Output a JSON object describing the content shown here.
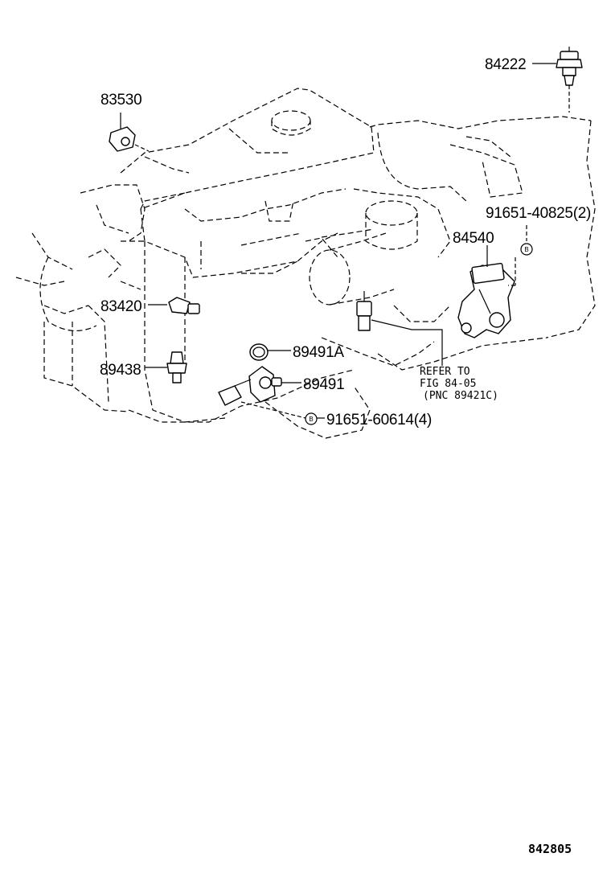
{
  "parts": {
    "p84222": "84222",
    "p83530": "83530",
    "p91651_40825": "91651-40825(2)",
    "p84540": "84540",
    "p83420": "83420",
    "p89491A": "89491A",
    "p89438": "89438",
    "p89491": "89491",
    "p91651_60614": "91651-60614(4)"
  },
  "reference": {
    "line1": "REFER TO",
    "line2": "FIG 84-05",
    "line3": "(PNC 89421C)"
  },
  "bolt_marker": "B",
  "figure_id": "842805"
}
